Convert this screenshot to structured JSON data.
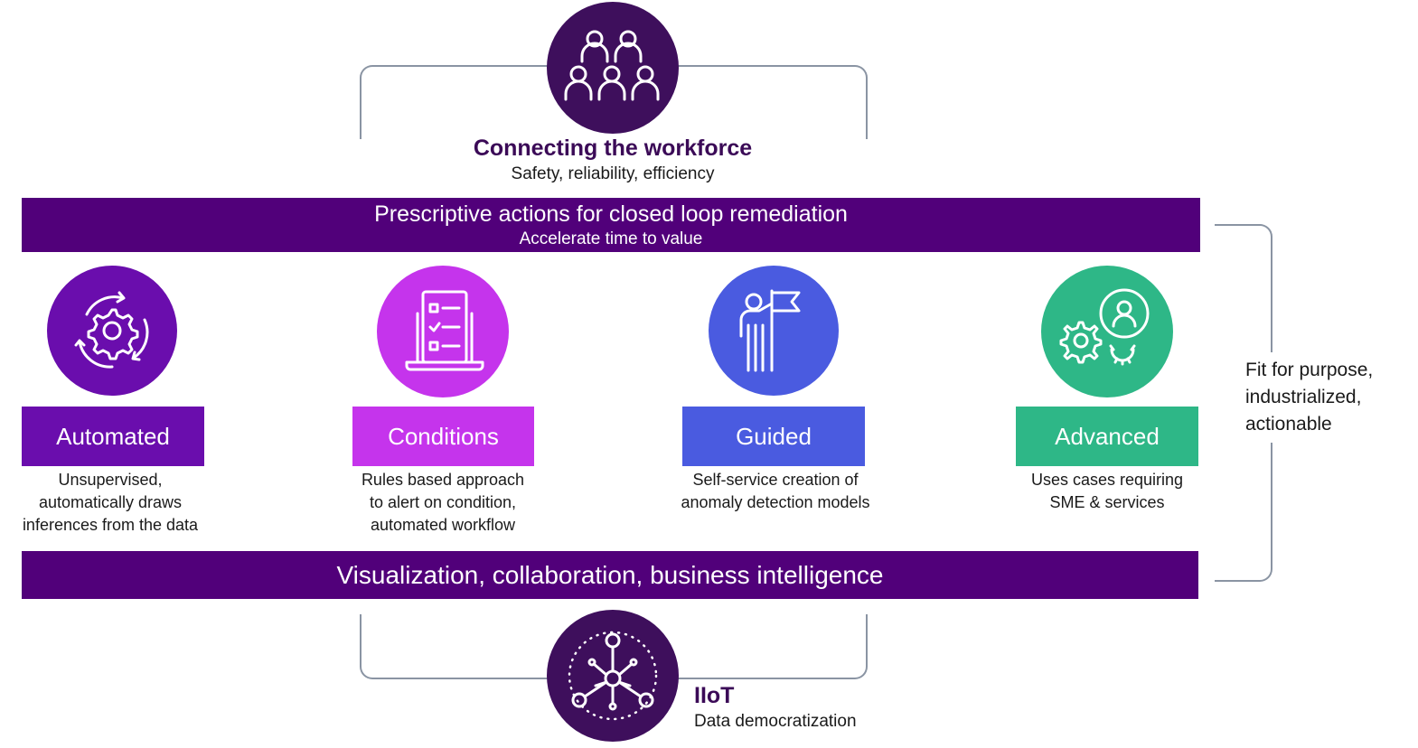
{
  "top": {
    "title": "Connecting the workforce",
    "subtitle": "Safety, reliability, efficiency",
    "icon": "people-group-icon"
  },
  "band_top": {
    "title": "Prescriptive actions for closed loop remediation",
    "subtitle": "Accelerate time to value"
  },
  "pillars": [
    {
      "label": "Automated",
      "desc": "Unsupervised,\nautomatically draws\ninferences from the data",
      "color": "#6a0dad",
      "icon": "gear-cycle-icon"
    },
    {
      "label": "Conditions",
      "desc": "Rules based approach\nto alert on condition,\nautomated workflow",
      "color": "#c534ec",
      "icon": "checklist-laptop-icon"
    },
    {
      "label": "Guided",
      "desc": "Self-service creation of\nanomaly detection models",
      "color": "#4a5be0",
      "icon": "person-flag-icon"
    },
    {
      "label": "Advanced",
      "desc": "Uses cases requiring\nSME &  services",
      "color": "#2eb787",
      "icon": "gears-person-icon"
    }
  ],
  "band_bottom": {
    "title": "Visualization, collaboration, business intelligence"
  },
  "side_note": "Fit for purpose,\nindustrialized,\nactionable",
  "bottom": {
    "title": "IIoT",
    "subtitle": "Data democratization",
    "icon": "network-hub-icon"
  },
  "colors": {
    "dark_purple": "#51007a",
    "heading_purple": "#3b0a57",
    "bracket_gray": "#8a94a3"
  }
}
